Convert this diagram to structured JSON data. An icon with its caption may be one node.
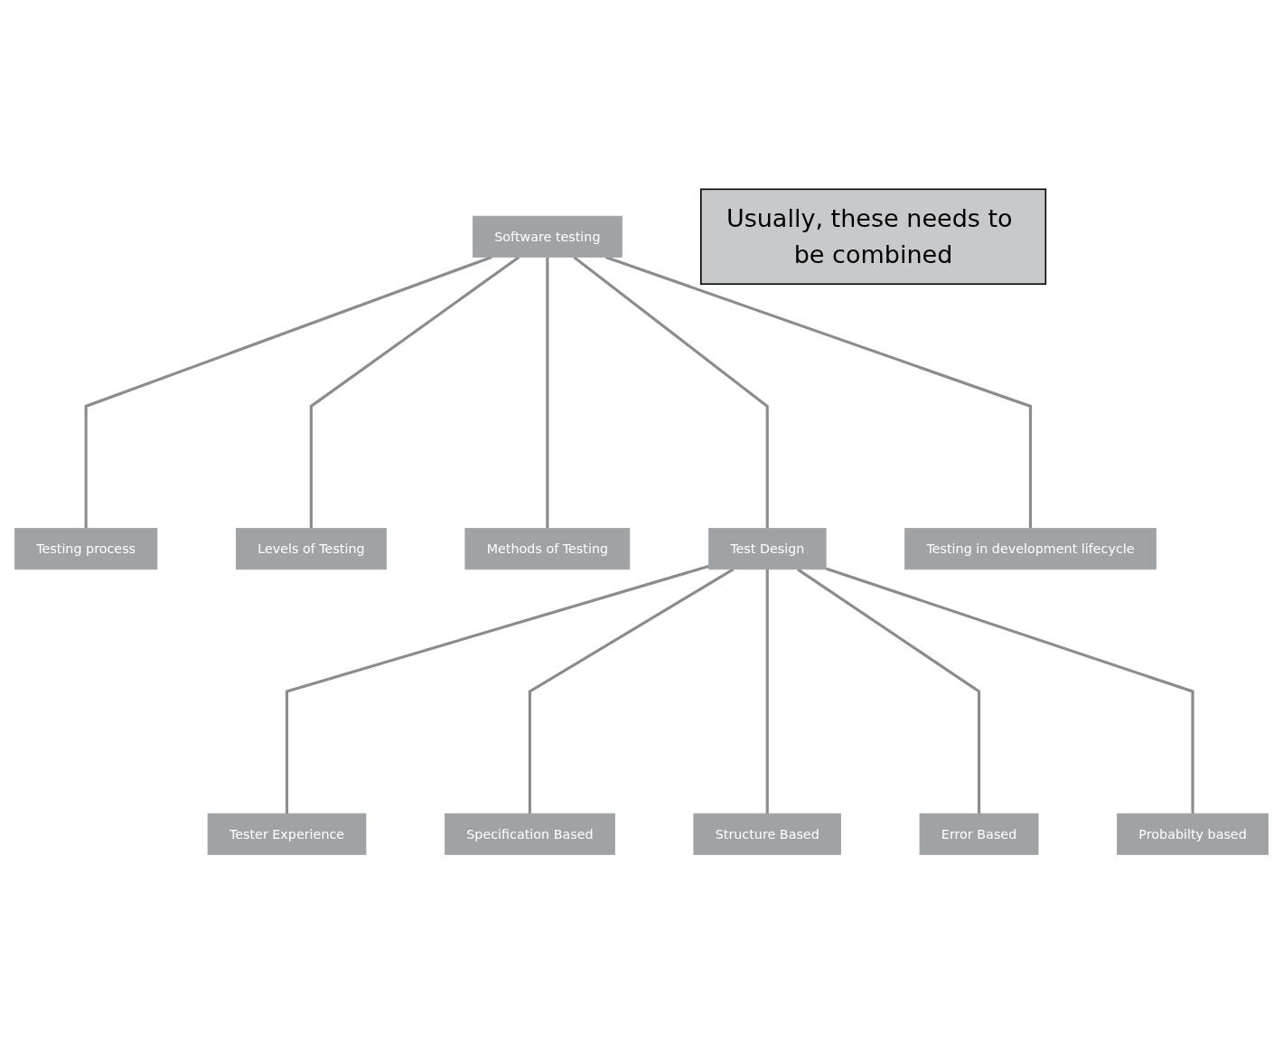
{
  "diagram": {
    "nodes": [
      {
        "text": [
          "Software testing"
        ]
      },
      {
        "text": [
          "Testing process"
        ]
      },
      {
        "text": [
          "Levels of Testing"
        ]
      },
      {
        "text": [
          "Methods of Testing"
        ]
      },
      {
        "text": [
          "Test Design"
        ]
      },
      {
        "text": [
          "Testing in development lifecycle"
        ]
      },
      {
        "text": [
          "Tester Experience"
        ]
      },
      {
        "text": [
          "Specification Based"
        ]
      },
      {
        "text": [
          "Structure Based"
        ]
      },
      {
        "text": [
          "Error Based"
        ]
      },
      {
        "text": [
          "Probabilty based"
        ]
      },
      {
        "text": [
          "Usually, these needs to be combined"
        ]
      }
    ],
    "edges": [
      {
        "from": 0,
        "to": 1,
        "arrow": "none"
      },
      {
        "from": 0,
        "to": 2,
        "arrow": "none"
      },
      {
        "from": 0,
        "to": 3,
        "arrow": "none"
      },
      {
        "from": 0,
        "to": 4,
        "arrow": "none"
      },
      {
        "from": 0,
        "to": 5,
        "arrow": "none"
      },
      {
        "from": 4,
        "to": 6,
        "arrow": "none"
      },
      {
        "from": 4,
        "to": 7,
        "arrow": "none"
      },
      {
        "from": 4,
        "to": 8,
        "arrow": "none"
      },
      {
        "from": 4,
        "to": 9,
        "arrow": "none"
      },
      {
        "from": 4,
        "to": 10,
        "arrow": "none"
      }
    ]
  }
}
